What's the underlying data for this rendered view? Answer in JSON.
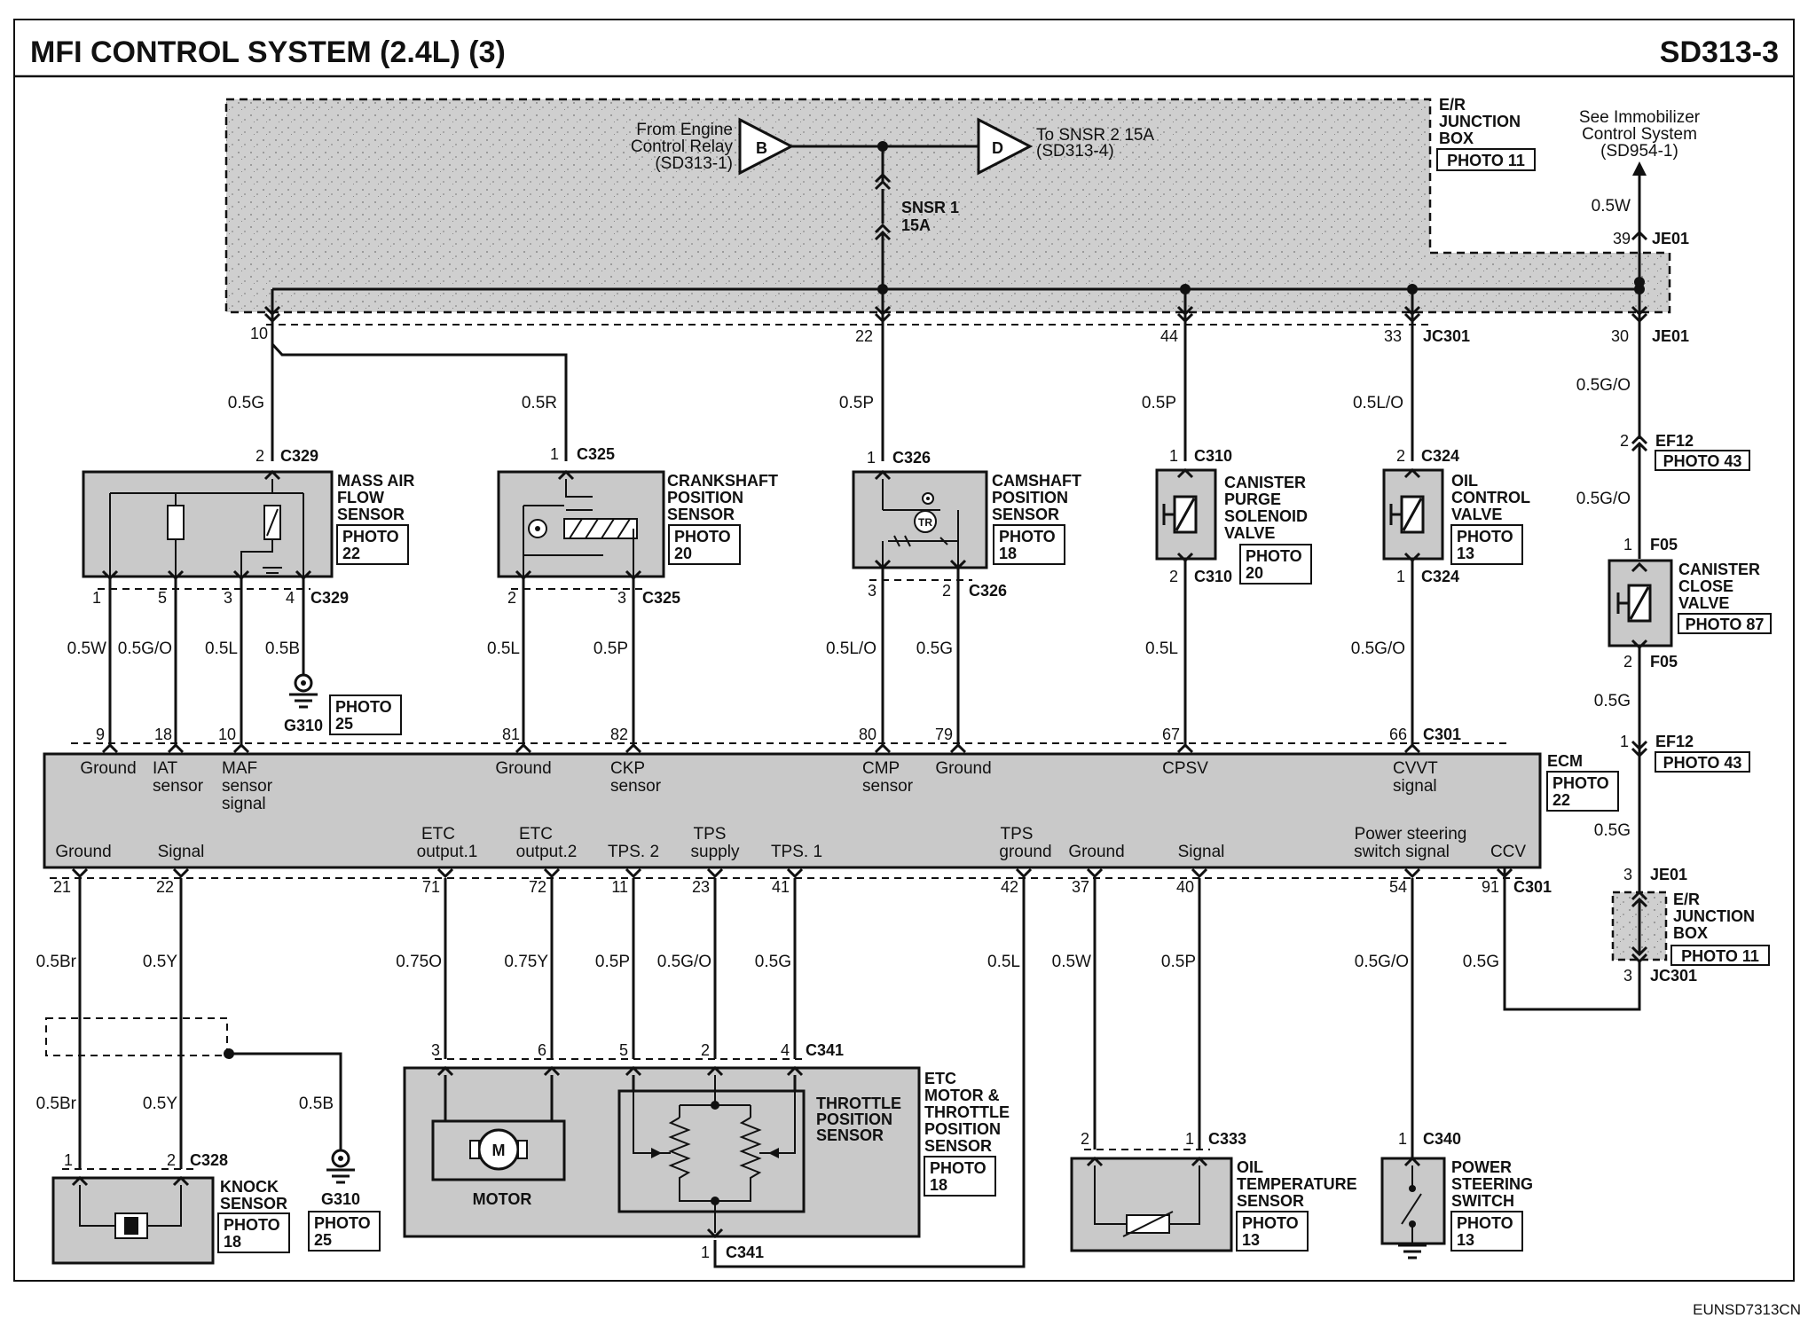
{
  "header": {
    "title": "MFI CONTROL SYSTEM (2.4L) (3)",
    "code": "SD313-3"
  },
  "footer_code": "EUNSD7313CN",
  "junction_box": {
    "name_l1": "E/R",
    "name_l2": "JUNCTION",
    "name_l3": "BOX",
    "photo": "PHOTO 11",
    "from_l1": "From Engine",
    "from_l2": "Control Relay",
    "from_l3": "(SD313-1)",
    "from_conn": "B",
    "to_l1": "To SNSR 2 15A",
    "to_l2": "(SD313-4)",
    "to_conn": "D",
    "fuse_l1": "SNSR 1",
    "fuse_l2": "15A"
  },
  "immobilizer": {
    "l1": "See Immobilizer",
    "l2": "Control System",
    "l3": "(SD954-1)",
    "wire": "0.5W",
    "pin": "39",
    "conn": "JE01"
  },
  "jbox_pins": {
    "p10": "10",
    "p22": "22",
    "p44": "44",
    "p33": "33",
    "jc301": "JC301",
    "p30": "30",
    "je01": "JE01"
  },
  "wires_top": {
    "maf": "0.5G",
    "ckp": "0.5R",
    "cmp": "0.5P",
    "cpsv": "0.5P",
    "ocv": "0.5L/O",
    "ef12": "0.5G/O"
  },
  "ef12": {
    "pin_top": "2",
    "name": "EF12",
    "photo": "PHOTO 43",
    "wire_mid": "0.5G/O",
    "pin_bot": "1",
    "wire_bot": "0.5G",
    "pin_lower": "1"
  },
  "ccv": {
    "name_l1": "CANISTER",
    "name_l2": "CLOSE",
    "name_l3": "VALVE",
    "photo": "PHOTO 87",
    "pin_top": "1",
    "conn": "F05",
    "pin_bot": "2",
    "conn_bot": "F05"
  },
  "maf": {
    "name_l1": "MASS AIR",
    "name_l2": "FLOW",
    "name_l3": "SENSOR",
    "photo_l1": "PHOTO",
    "photo_l2": "22",
    "pin_top": "2",
    "conn": "C329",
    "pins_bot": [
      "1",
      "5",
      "3",
      "4"
    ],
    "conn_bot": "C329",
    "wires": [
      "0.5W",
      "0.5G/O",
      "0.5L",
      "0.5B"
    ]
  },
  "g310a": {
    "name": "G310",
    "photo_l1": "PHOTO",
    "photo_l2": "25"
  },
  "ckp": {
    "name_l1": "CRANKSHAFT",
    "name_l2": "POSITION",
    "name_l3": "SENSOR",
    "photo_l1": "PHOTO",
    "photo_l2": "20",
    "pin_top": "1",
    "conn": "C325",
    "pins_bot": [
      "2",
      "3"
    ],
    "conn_bot": "C325",
    "wires": [
      "0.5L",
      "0.5P"
    ]
  },
  "cmp": {
    "name_l1": "CAMSHAFT",
    "name_l2": "POSITION",
    "name_l3": "SENSOR",
    "photo_l1": "PHOTO",
    "photo_l2": "18",
    "pin_top": "1",
    "conn": "C326",
    "pins_bot": [
      "3",
      "2"
    ],
    "conn_bot": "C326",
    "wires": [
      "0.5L/O",
      "0.5G"
    ]
  },
  "cpsv": {
    "name_l1": "CANISTER",
    "name_l2": "PURGE",
    "name_l3": "SOLENOID",
    "name_l4": "VALVE",
    "photo_l1": "PHOTO",
    "photo_l2": "20",
    "pin_top": "1",
    "conn": "C310",
    "pin_bot": "2",
    "conn_bot": "C310",
    "wire": "0.5L"
  },
  "ocv": {
    "name_l1": "OIL",
    "name_l2": "CONTROL",
    "name_l3": "VALVE",
    "photo_l1": "PHOTO",
    "photo_l2": "13",
    "pin_top": "2",
    "conn": "C324",
    "pin_bot": "1",
    "conn_bot": "C324",
    "wire": "0.5G/O"
  },
  "ecm": {
    "name": "ECM",
    "photo_l1": "PHOTO",
    "photo_l2": "22",
    "top_pins": [
      "9",
      "18",
      "10",
      "81",
      "82",
      "80",
      "79",
      "67",
      "66"
    ],
    "top_conn": "C301",
    "top_labels": {
      "ground1": "Ground",
      "iat_l1": "IAT",
      "iat_l2": "sensor",
      "maf_l1": "MAF",
      "maf_l2": "sensor",
      "maf_l3": "signal",
      "ground2": "Ground",
      "ckp_l1": "CKP",
      "ckp_l2": "sensor",
      "cmp_l1": "CMP",
      "cmp_l2": "sensor",
      "ground3": "Ground",
      "cpsv": "CPSV",
      "cvvt_l1": "CVVT",
      "cvvt_l2": "signal"
    },
    "bottom_labels": {
      "ground": "Ground",
      "signal": "Signal",
      "etc1_l1": "ETC",
      "etc1_l2": "output.1",
      "etc2_l1": "ETC",
      "etc2_l2": "output.2",
      "tps2": "TPS. 2",
      "tpss_l1": "TPS",
      "tpss_l2": "supply",
      "tps1": "TPS. 1",
      "tpsg_l1": "TPS",
      "tpsg_l2": "ground",
      "ground2": "Ground",
      "signal2": "Signal",
      "ps_l1": "Power steering",
      "ps_l2": "switch signal",
      "ccv": "CCV"
    },
    "bot_pins": [
      "21",
      "22",
      "71",
      "72",
      "11",
      "23",
      "41",
      "42",
      "37",
      "40",
      "54",
      "91"
    ],
    "bot_conn": "C301"
  },
  "wires_bottom": {
    "ks1": "0.5Br",
    "ks2": "0.5Y",
    "etc1": "0.75O",
    "etc2": "0.75Y",
    "tps2": "0.5P",
    "tpss": "0.5G/O",
    "tps1": "0.5G",
    "tpsg": "0.5L",
    "ots1": "0.5W",
    "ots2": "0.5P",
    "ps": "0.5G/O",
    "ccv": "0.5G",
    "ks1b": "0.5Br",
    "ks2b": "0.5Y",
    "shield": "0.5B",
    "ef12_low": "0.5G"
  },
  "jbox2": {
    "pin_top": "3",
    "conn_top": "JE01",
    "name_l1": "E/R",
    "name_l2": "JUNCTION",
    "name_l3": "BOX",
    "photo": "PHOTO 11",
    "pin_bot": "3",
    "conn_bot": "JC301"
  },
  "knock": {
    "name_l1": "KNOCK",
    "name_l2": "SENSOR",
    "photo_l1": "PHOTO",
    "photo_l2": "18",
    "pins": [
      "1",
      "2"
    ],
    "conn": "C328"
  },
  "g310b": {
    "name": "G310",
    "photo_l1": "PHOTO",
    "photo_l2": "25"
  },
  "etc": {
    "name_l1": "ETC",
    "name_l2": "MOTOR &",
    "name_l3": "THROTTLE",
    "name_l4": "POSITION",
    "name_l5": "SENSOR",
    "photo_l1": "PHOTO",
    "photo_l2": "18",
    "motor": "MOTOR",
    "motor_symbol": "M",
    "tps_l1": "THROTTLE",
    "tps_l2": "POSITION",
    "tps_l3": "SENSOR",
    "pins": [
      "3",
      "6",
      "5",
      "2",
      "4"
    ],
    "conn": "C341",
    "pin_bot": "1",
    "conn_bot": "C341"
  },
  "ots": {
    "name_l1": "OIL",
    "name_l2": "TEMPERATURE",
    "name_l3": "SENSOR",
    "photo_l1": "PHOTO",
    "photo_l2": "13",
    "pins": [
      "2",
      "1"
    ],
    "conn": "C333"
  },
  "pss": {
    "name_l1": "POWER",
    "name_l2": "STEERING",
    "name_l3": "SWITCH",
    "photo_l1": "PHOTO",
    "photo_l2": "13",
    "pin": "1",
    "conn": "C340"
  }
}
